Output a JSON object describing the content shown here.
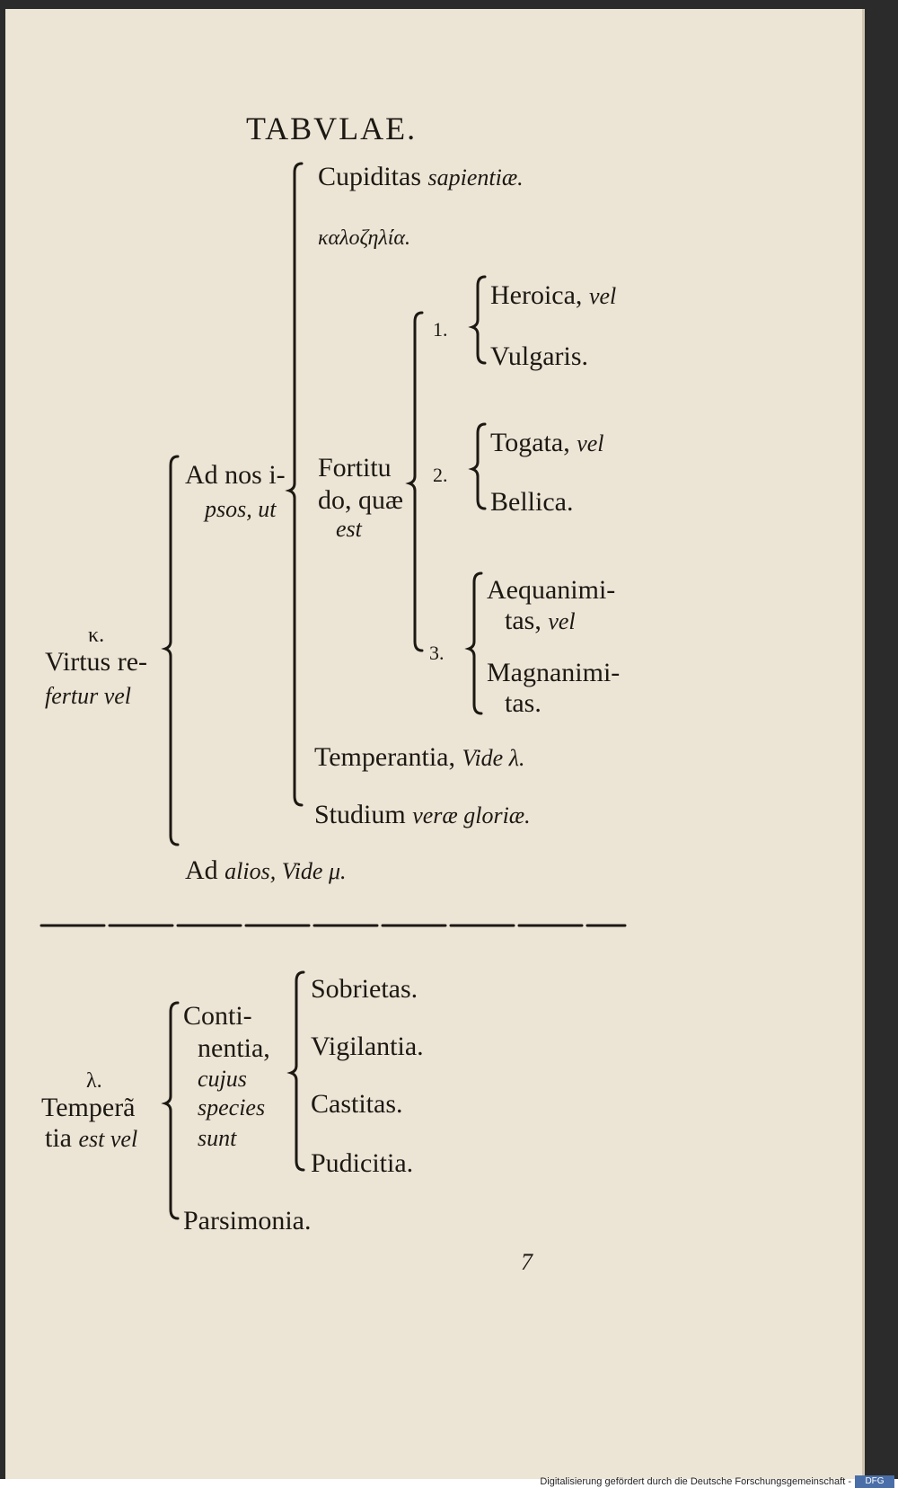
{
  "page_header": "TABVLAE.",
  "page_number": "7",
  "kappa_table": {
    "root_letter": "κ.",
    "root_line1": "Virtus re-",
    "root_line2": "fertur vel",
    "ad_nos_line1": "Ad nos i-",
    "ad_nos_line2": "psos, ut",
    "cupiditas": "Cupiditas",
    "cupiditas_italic": "sapientiæ.",
    "kalozelia": "καλοζηλία.",
    "fortitudo_line1": "Fortitu",
    "fortitudo_line2": "do, quæ",
    "fortitudo_line3": "est",
    "num1": "1.",
    "heroica": "Heroica,",
    "heroica_vel": "vel",
    "vulgaris": "Vulgaris.",
    "num2": "2.",
    "togata": "Togata,",
    "togata_vel": "vel",
    "bellica": "Bellica.",
    "num3": "3.",
    "aequanimitas_line1": "Aequanimi-",
    "aequanimitas_line2": "tas,",
    "aequanimitas_vel": "vel",
    "magnanimitas_line1": "Magnanimi-",
    "magnanimitas_line2": "tas.",
    "temperantia": "Temperantia,",
    "temperantia_ref": "Vide λ.",
    "studium": "Studium",
    "studium_italic": "veræ gloriæ.",
    "ad_alios": "Ad",
    "ad_alios_italic": "alios, Vide μ."
  },
  "lambda_table": {
    "root_letter": "λ.",
    "root_line1": "Temperã",
    "root_line2": "tia",
    "root_line2_italic": "est vel",
    "continentia_line1": "Conti-",
    "continentia_line2": "nentia,",
    "continentia_line3": "cujus",
    "continentia_line4": "species",
    "continentia_line5": "sunt",
    "sobrietas": "Sobrietas.",
    "vigilantia": "Vigilantia.",
    "castitas": "Castitas.",
    "pudicitia": "Pudicitia.",
    "parsimonia": "Parsimonia."
  },
  "footer": {
    "credit": "Digitalisierung gefördert durch die Deutsche Forschungsgemeinschaft -",
    "logo": "DFG"
  }
}
